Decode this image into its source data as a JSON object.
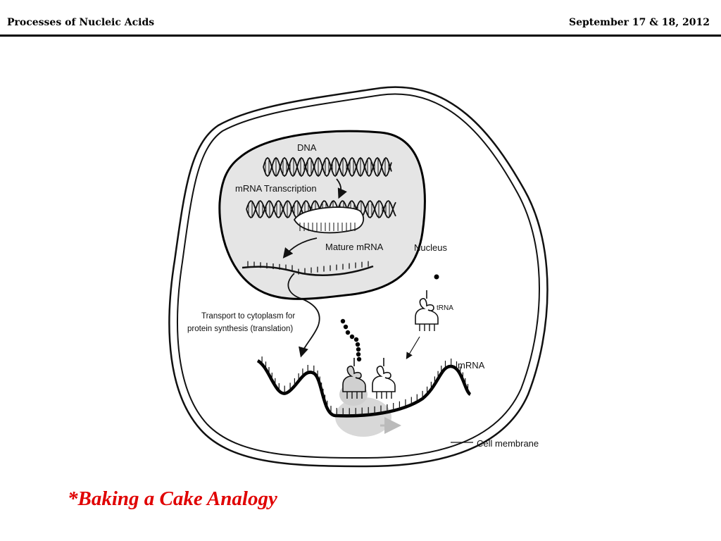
{
  "header": {
    "title": "Processes of Nucleic Acids",
    "date": "September 17 & 18, 2012"
  },
  "diagram": {
    "labels": {
      "dna": "DNA",
      "transcription": "mRNA Transcription",
      "mature_mrna": "Mature mRNA",
      "nucleus": "Nucleus",
      "transport_line1": "Transport to cytoplasm for",
      "transport_line2": "protein synthesis (translation)",
      "trna": "tRNA",
      "mrna": "mRNA",
      "cell_membrane": "Cell membrane"
    }
  },
  "footer": {
    "analogy": "*Baking a Cake Analogy"
  }
}
